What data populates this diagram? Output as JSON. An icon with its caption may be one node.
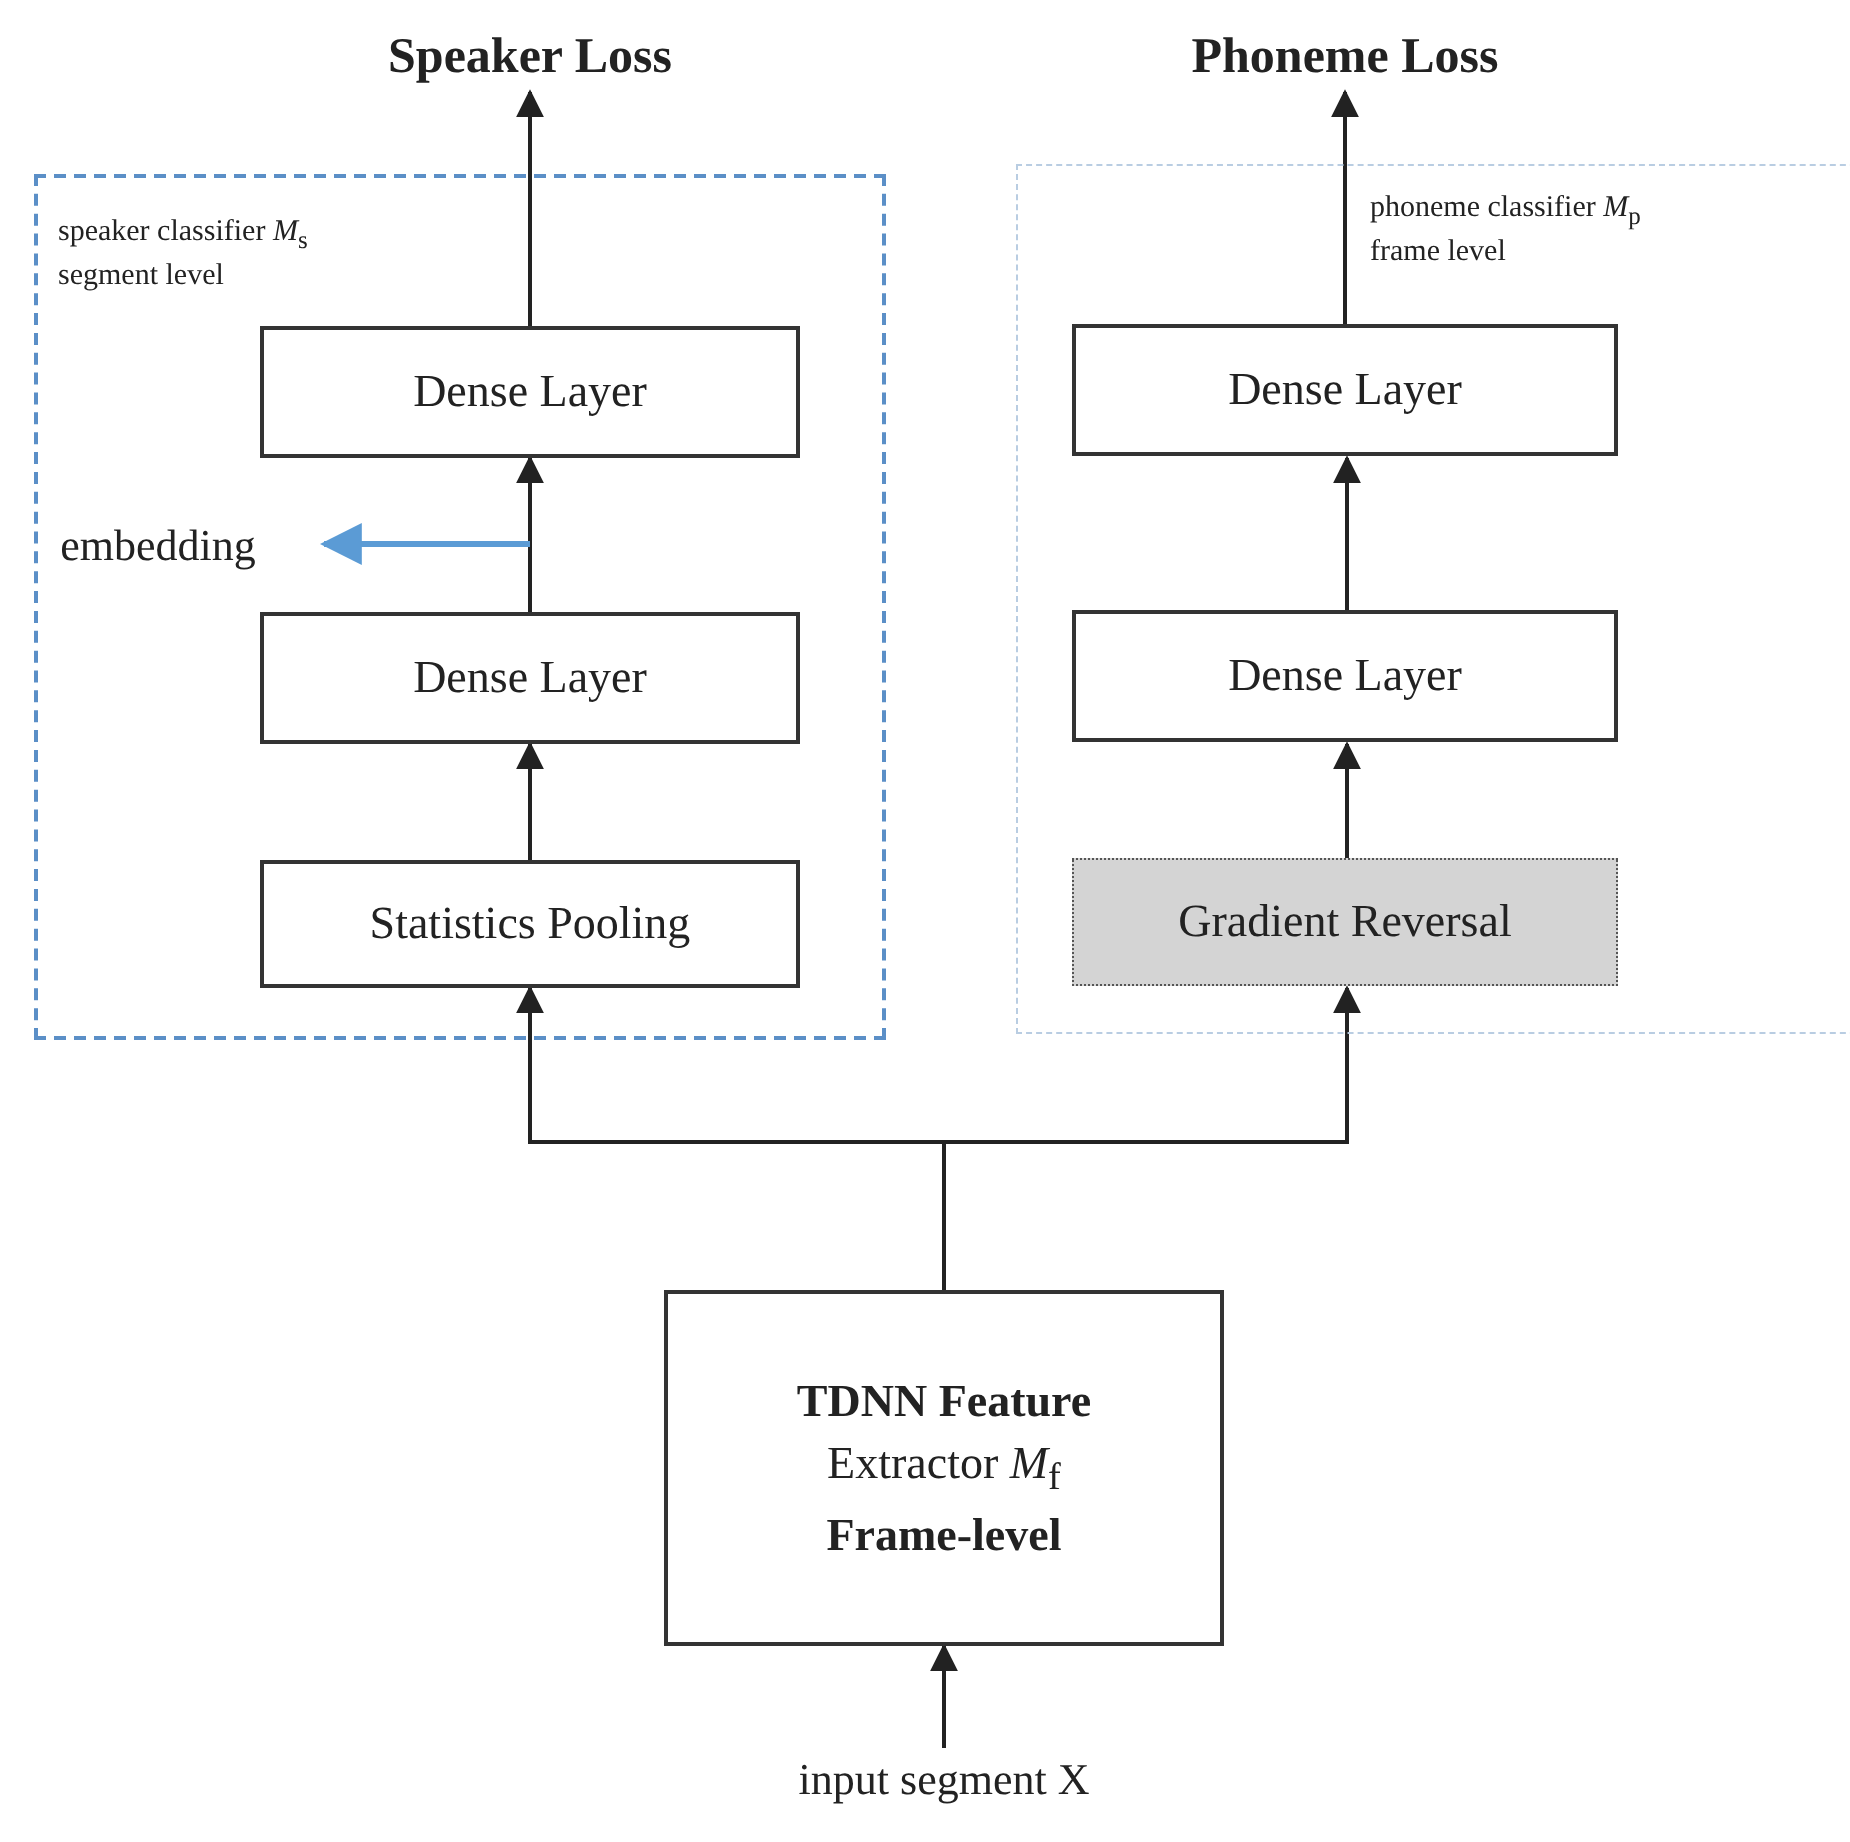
{
  "diagram": {
    "nodes": [
      {
        "text": [
          "speaker classifier *M*$_{s}$ segment level"
        ]
      },
      {
        "text": [
          "Dense Layer"
        ],
        "in": 0
      },
      {
        "text": [
          "Dense Layer"
        ],
        "in": 0
      },
      {
        "text": [
          "Statistics Pooling"
        ],
        "in": 0
      },
      {
        "text": [
          "phoneme classifier *M*$_{p}$ frame level"
        ]
      },
      {
        "text": [
          "Dense Layer"
        ],
        "in": 4
      },
      {
        "text": [
          "Dense Layer"
        ],
        "in": 4
      },
      {
        "text": [
          "Gradient Reversal"
        ],
        "in": 4
      },
      {
        "text": [
          "**TDNN Feature** Extractor *M*$_{f}$ **Frame-level**"
        ]
      },
      {
        "text": [
          "Speaker Loss"
        ]
      },
      {
        "text": [
          "Phoneme Loss"
        ]
      },
      {
        "text": [
          "embedding"
        ],
        "in": 0
      },
      {
        "text": [
          "input segment X"
        ]
      }
    ],
    "edges": [
      {
        "from": 3,
        "to": 2,
        "arrow": "to"
      },
      {
        "from": 2,
        "to": 1,
        "arrow": "to"
      },
      {
        "from": 1,
        "to": 9,
        "arrow": "to"
      },
      {
        "from": null,
        "to": 11,
        "arrow": "to",
        "color": "#5b9bd5"
      },
      {
        "from": 7,
        "to": 6,
        "arrow": "to"
      },
      {
        "from": 6,
        "to": 5,
        "arrow": "to"
      },
      {
        "from": 5,
        "to": 10,
        "arrow": "to"
      },
      {
        "from": 8,
        "to": 3,
        "arrow": "to"
      },
      {
        "from": 8,
        "to": 7,
        "arrow": "to"
      },
      {
        "from": 12,
        "to": 8,
        "arrow": "to"
      }
    ]
  }
}
